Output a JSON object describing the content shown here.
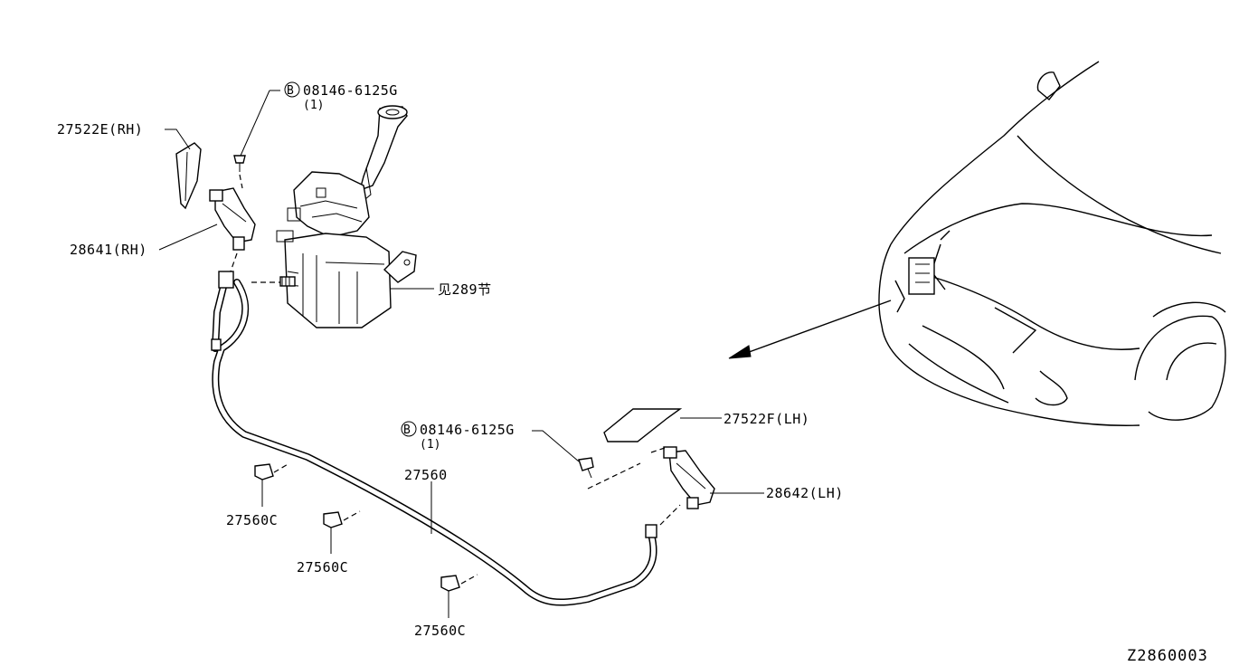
{
  "diagram": {
    "labels": {
      "bolt_top_part": "08146-6125G",
      "bolt_top_qty": "(1)",
      "bolt_bottom_part": "08146-6125G",
      "bolt_bottom_qty": "(1)",
      "cover_rh": "27522E(RH)",
      "nozzle_rh": "28641(RH)",
      "tank_ref": "见289节",
      "cover_lh": "27522F(LH)",
      "nozzle_lh": "28642(LH)",
      "hose": "27560",
      "clip_1": "27560C",
      "clip_2": "27560C",
      "clip_3": "27560C",
      "bolt_symbol": "B"
    },
    "drawing_code": "Z2860003"
  }
}
